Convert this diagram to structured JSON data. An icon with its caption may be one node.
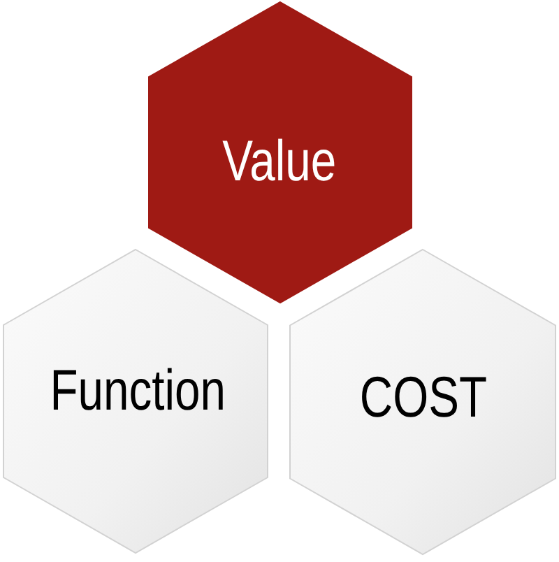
{
  "diagram": {
    "nodes": [
      {
        "text": [
          "Value"
        ]
      },
      {
        "text": [
          "Function"
        ]
      },
      {
        "text": [
          "COST"
        ]
      }
    ]
  }
}
